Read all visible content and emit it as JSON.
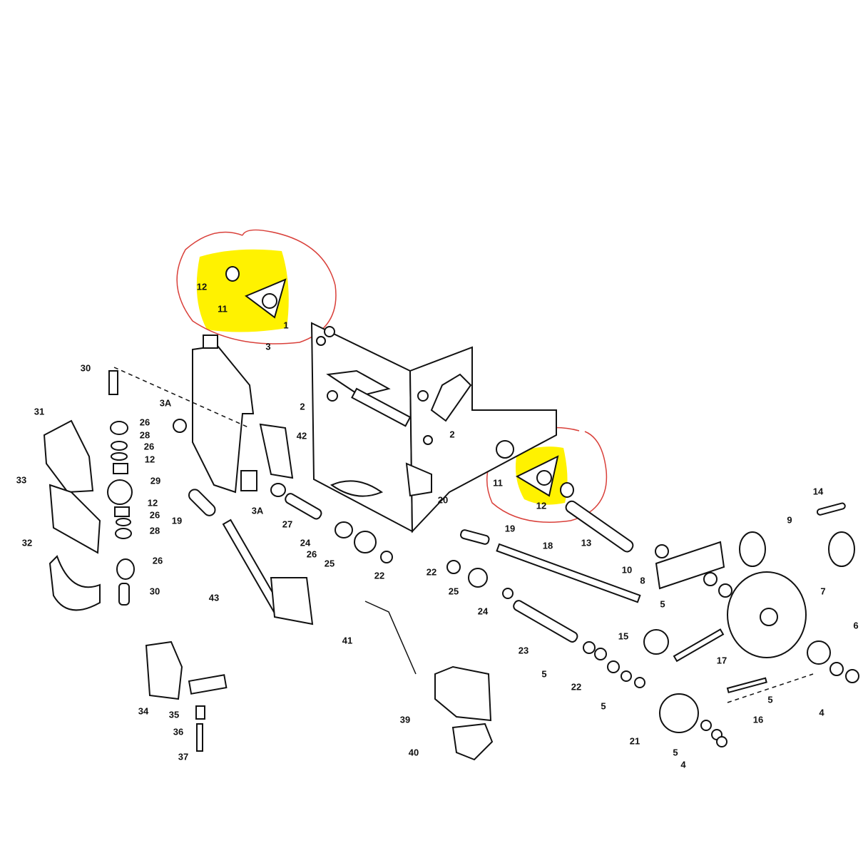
{
  "title": "Parts diagram",
  "colors": {
    "highlight": "#fff200",
    "annotation": "#d9403a",
    "ink": "#111111"
  },
  "callouts": [
    "12",
    "11",
    "1",
    "3",
    "30",
    "3A",
    "2",
    "31",
    "26",
    "28",
    "26",
    "12",
    "42",
    "2",
    "29",
    "33",
    "11",
    "12",
    "20",
    "3A",
    "12",
    "26",
    "28",
    "19",
    "27",
    "24",
    "26",
    "19",
    "14",
    "9",
    "13",
    "18",
    "32",
    "26",
    "25",
    "22",
    "22",
    "10",
    "8",
    "25",
    "30",
    "43",
    "5",
    "7",
    "24",
    "41",
    "15",
    "23",
    "17",
    "6",
    "5",
    "22",
    "5",
    "16",
    "5",
    "4",
    "34",
    "35",
    "36",
    "37",
    "39",
    "40",
    "21",
    "5",
    "4"
  ]
}
